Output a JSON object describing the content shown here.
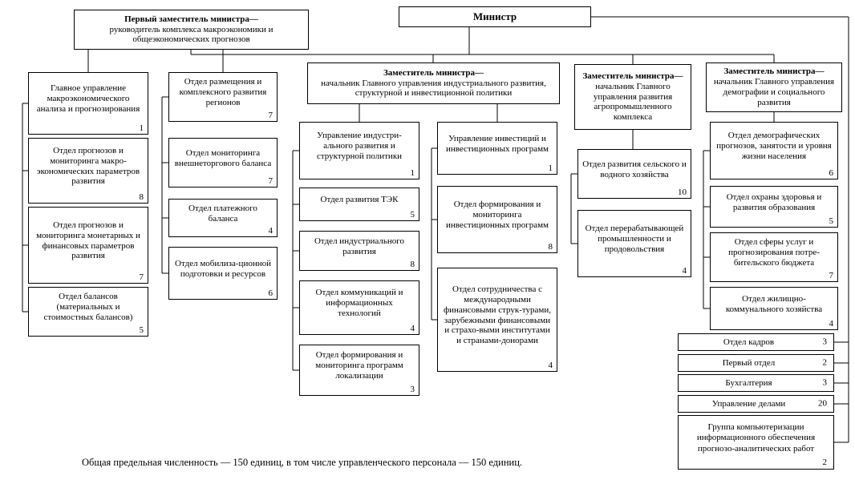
{
  "minister": {
    "title": "Министр"
  },
  "first_deputy": {
    "title": "Первый заместитель министра—",
    "subtitle": "руководитель комплекса макроэкономики и общеэкономических прогнозов"
  },
  "deputies": {
    "industrial": {
      "title": "Заместитель министра—",
      "subtitle": "начальник Главного управления индустриального развития, структурной и инвестиционной политики"
    },
    "agro": {
      "title": "Заместитель министра—",
      "subtitle": "начальник Главного управления развития агропромышленного комплекса"
    },
    "demography": {
      "title": "Заместитель министра—",
      "subtitle": "начальник Главного управления демографии и социального развития"
    }
  },
  "units": {
    "macro_main": [
      {
        "label": "Главное управление макроэкономического анализа и прогнозирования",
        "count": "1"
      },
      {
        "label": "Отдел прогнозов и мониторинга макро-экономических параметров развития",
        "count": "8"
      },
      {
        "label": "Отдел прогнозов и мониторинга монетарных и финансовых параметров развития",
        "count": "7"
      },
      {
        "label": "Отдел балансов (материальных и стоимостных балансов)",
        "count": "5"
      }
    ],
    "macro_second": [
      {
        "label": "Отдел размещения и комплексного развития регионов",
        "count": "7"
      },
      {
        "label": "Отдел мониторинга внешнеторгового баланса",
        "count": "7"
      },
      {
        "label": "Отдел платежного баланса",
        "count": "4"
      },
      {
        "label": "Отдел мобилиза-ционной подготовки и ресурсов",
        "count": "6"
      }
    ],
    "industrial": [
      {
        "label": "Управление индустри-ального развития и структурной политики",
        "count": "1"
      },
      {
        "label": "Отдел развития ТЭК",
        "count": "5"
      },
      {
        "label": "Отдел индустриального развития",
        "count": "8"
      },
      {
        "label": "Отдел коммуникаций и информационных технологий",
        "count": "4"
      },
      {
        "label": "Отдел формирования и мониторинга программ локализации",
        "count": "3"
      }
    ],
    "investment": [
      {
        "label": "Управление инвестиций и инвестиционных программ",
        "count": "1"
      },
      {
        "label": "Отдел формирования и мониторинга инвестиционных программ",
        "count": "8"
      },
      {
        "label": "Отдел сотрудничества с международными финансовыми струк-турами, зарубежными финансовыми и страхо-выми институтами и странами-донорами",
        "count": "4"
      }
    ],
    "agro": [
      {
        "label": "Отдел развития сельского и водного хозяйства",
        "count": "10"
      },
      {
        "label": "Отдел перерабатывающей промышленности и продовольствия",
        "count": "4"
      }
    ],
    "social": [
      {
        "label": "Отдел демографических прогнозов, занятости и уровня жизни населения",
        "count": "6"
      },
      {
        "label": "Отдел охраны здоровья и развития образования",
        "count": "5"
      },
      {
        "label": "Отдел сферы услуг и прогнозирования потре-бительского бюджета",
        "count": "7"
      },
      {
        "label": "Отдел жилищно-коммунального хозяйства",
        "count": "4"
      }
    ],
    "direct": [
      {
        "label": "Отдел кадров",
        "count": "3"
      },
      {
        "label": "Первый отдел",
        "count": "2"
      },
      {
        "label": "Бухгалтерия",
        "count": "3"
      },
      {
        "label": "Управление делами",
        "count": "20"
      },
      {
        "label": "Группа компьютеризации информационного обеспечения прогнозо-аналитических работ",
        "count": "2"
      }
    ]
  },
  "footer": {
    "note": "Общая предельная численность — 150 единиц, в том числе управленческого персонала — 150 единиц."
  },
  "colors": {
    "line": "#000000",
    "border": "#000000",
    "background": "#ffffff",
    "text": "#000000"
  }
}
